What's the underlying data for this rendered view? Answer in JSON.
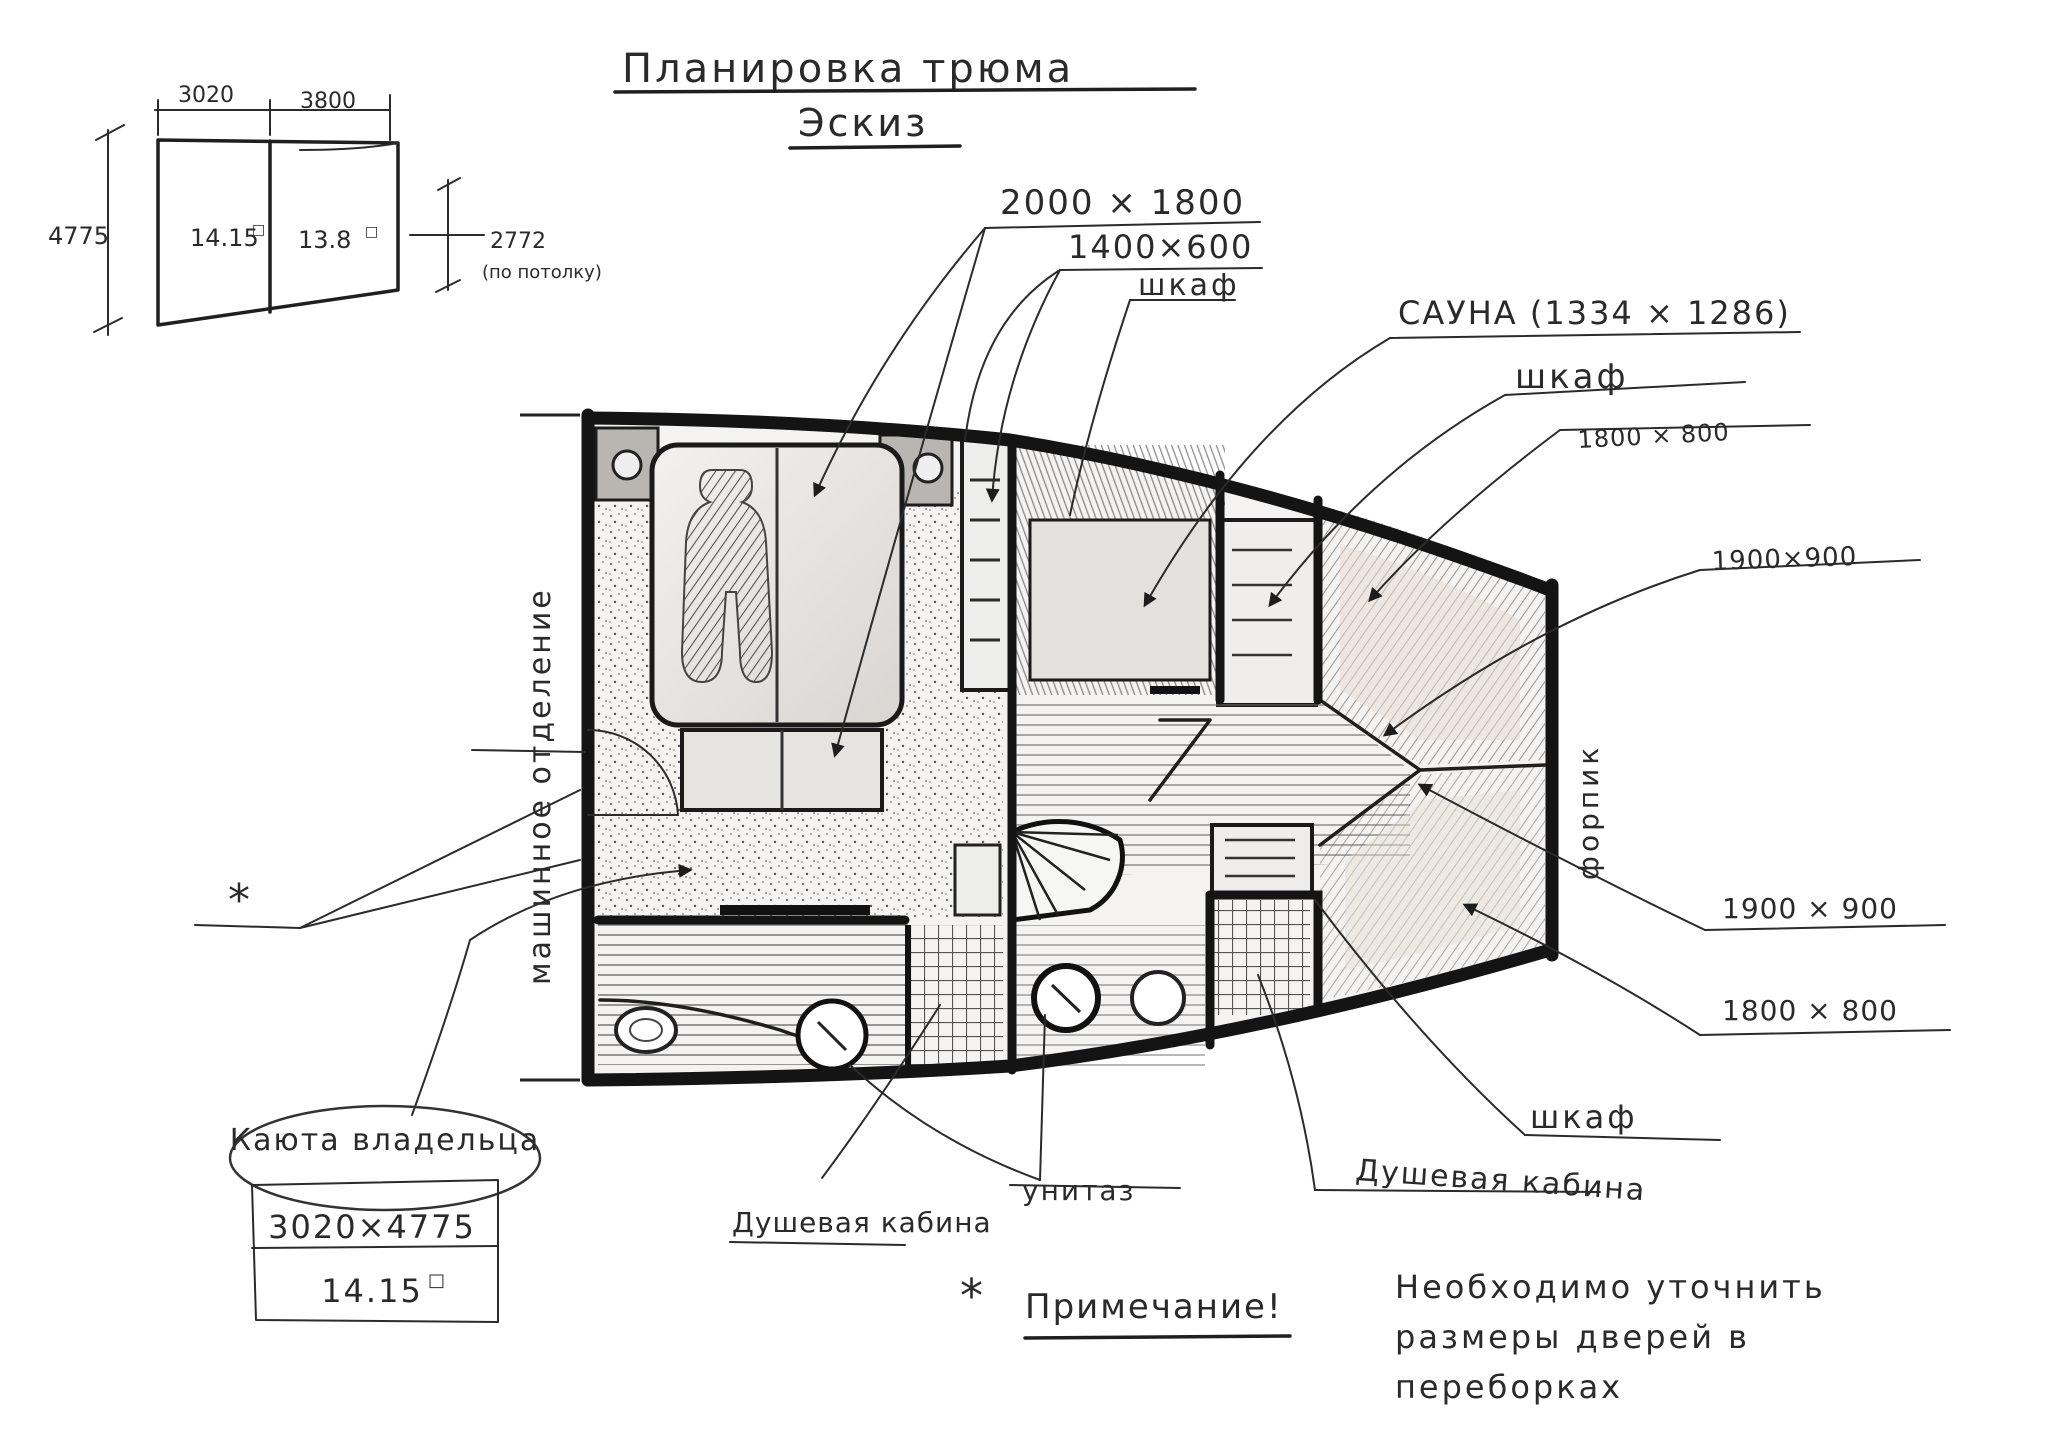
{
  "title": "Планировка трюма",
  "subtitle": "Эскиз",
  "key_plan": {
    "width_left": "3020",
    "width_right": "3800",
    "height": "4775",
    "area_left": "14.15",
    "area_left_unit": "□",
    "area_right": "13.8",
    "area_right_unit": "□",
    "ceiling_height": "2772",
    "ceiling_note": "(по потолку)"
  },
  "callouts": {
    "bed_size": "2000 × 1800",
    "wardrobe_size": "1400×600",
    "wardrobe_1": "шкаф",
    "sauna": "САУНА (1334 × 1286)",
    "wardrobe_2": "шкаф",
    "bunk_1": "1800 × 800",
    "bunk_2": "1900×900",
    "bunk_3": "1900 × 900",
    "bunk_4": "1800 × 800",
    "wardrobe_3": "шкаф",
    "shower_right": "Душевая кабина",
    "toilet": "унитаз",
    "shower_left": "Душевая кабина",
    "engine_room": "машинное отделение",
    "forepeak": "форпик",
    "asterisk": "*"
  },
  "owner_cabin": {
    "label": "Каюта владельца",
    "dims": "3020×4775",
    "area": "14.15",
    "area_unit": "□"
  },
  "note": {
    "marker": "*",
    "label": "Примечание!",
    "text_line_1": "Необходимо уточнить",
    "text_line_2": "размеры дверей в",
    "text_line_3": "переборках"
  }
}
